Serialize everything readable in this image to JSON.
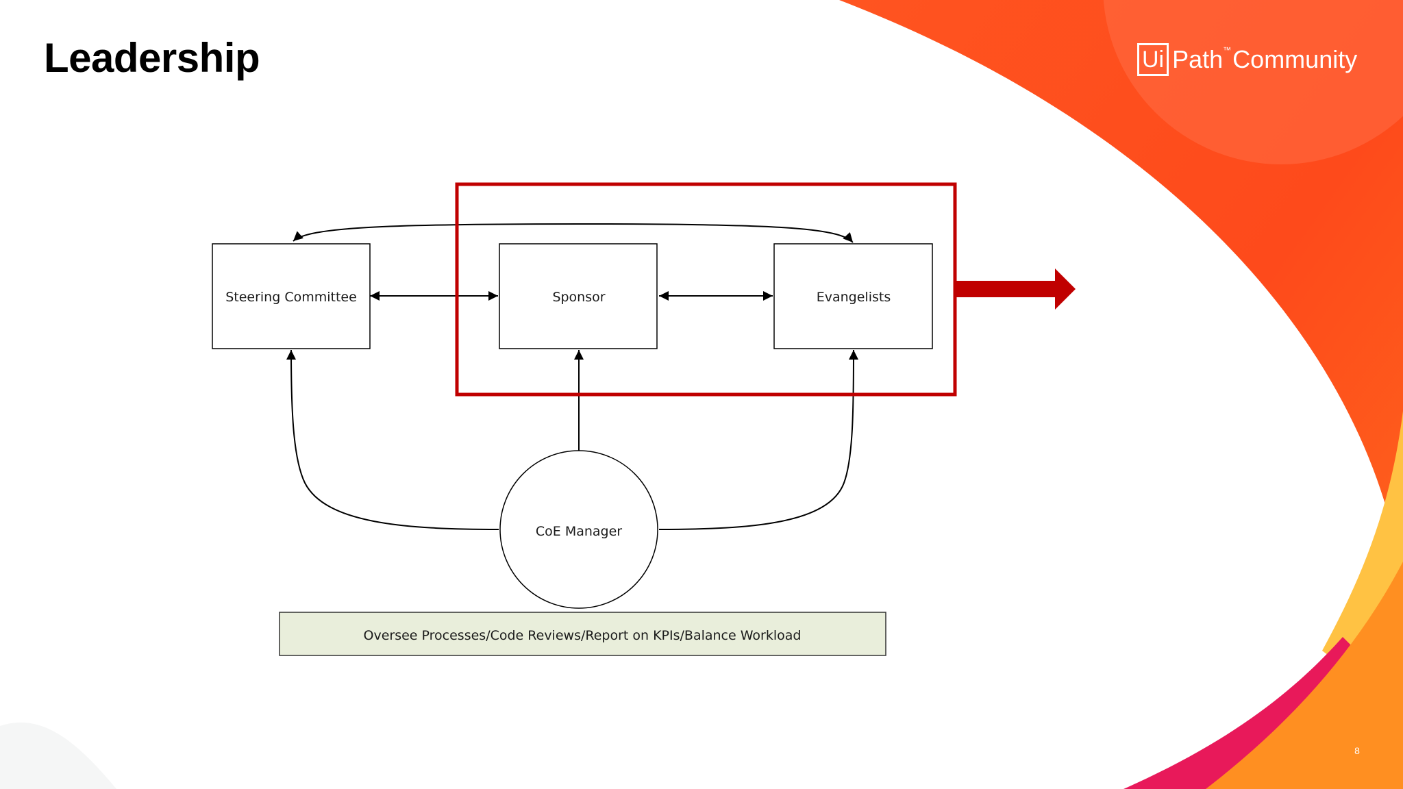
{
  "slide": {
    "title": "Leadership",
    "page_number": "8"
  },
  "logo": {
    "box_text": "Ui",
    "path_text": "Path",
    "trademark": "™",
    "community_text": "Community"
  },
  "diagram": {
    "nodes": {
      "steering_committee": "Steering Committee",
      "sponsor": "Sponsor",
      "evangelists": "Evangelists",
      "coe_manager": "CoE Manager"
    },
    "responsibilities": "Oversee Processes/Code Reviews/Report on KPIs/Balance Workload"
  },
  "colors": {
    "highlight_red": "#c00000",
    "shape_orange_red": "#fe4a1b",
    "shape_orange": "#ff8f21",
    "shape_pink": "#e8195a",
    "shape_yellow": "#ffc243",
    "responsibilities_fill": "#e9eedb"
  }
}
